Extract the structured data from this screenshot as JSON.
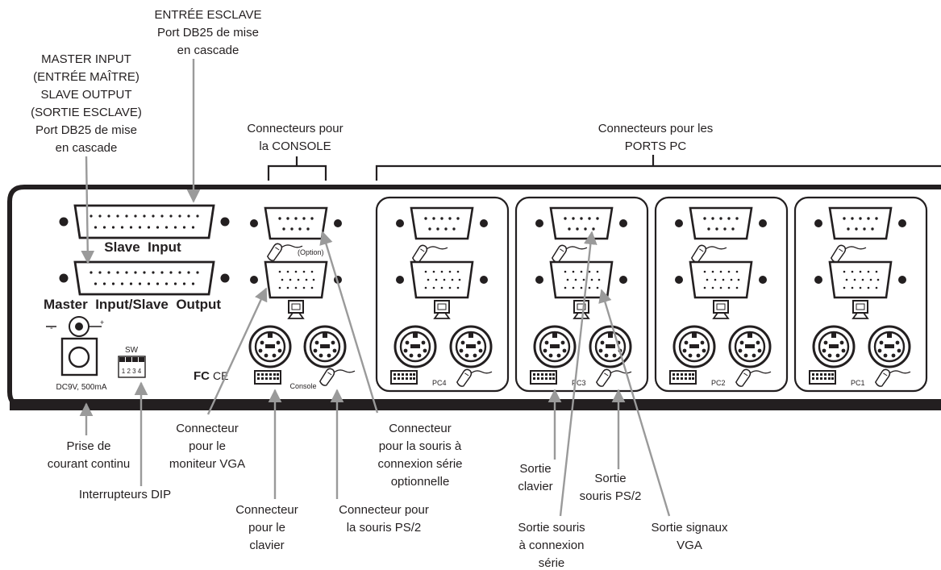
{
  "callouts": {
    "slave_input_fr": [
      "ENTRÉE ESCLAVE",
      "Port DB25 de mise",
      "en cascade"
    ],
    "master_slave_fr": [
      "MASTER INPUT",
      "(ENTRÉE MAÎTRE)",
      "SLAVE OUTPUT",
      "(SORTIE ESCLAVE)",
      "Port DB25 de mise",
      "en cascade"
    ],
    "console_group": [
      "Connecteurs pour",
      "la CONSOLE"
    ],
    "pc_ports_group": [
      "Connecteurs pour les",
      "PORTS PC"
    ],
    "vga_monitor": [
      "Connecteur",
      "pour le",
      "moniteur VGA"
    ],
    "serial_mouse_opt": [
      "Connecteur",
      "pour la souris à",
      "connexion série",
      "optionnelle"
    ],
    "dc_power": [
      "Prise de",
      "courant continu"
    ],
    "dip_switches": [
      "Interrupteurs DIP"
    ],
    "keyboard_conn": [
      "Connecteur",
      "pour le",
      "clavier"
    ],
    "ps2_mouse_conn": [
      "Connecteur pour",
      "la souris PS/2"
    ],
    "kbd_out": [
      "Sortie",
      "clavier"
    ],
    "ps2_out": [
      "Sortie",
      "souris PS/2"
    ],
    "serial_out": [
      "Sortie souris",
      "à connexion",
      "série"
    ],
    "vga_out": [
      "Sortie signaux",
      "VGA"
    ]
  },
  "panel": {
    "slave_input": "Slave  Input",
    "master_output": "Master  Input/Slave  Output",
    "option": "(Option)",
    "power": "DC9V, 500mA",
    "sw": "SW",
    "sw_numbers": "1 2 3 4",
    "fcc": "FC",
    "ce": "CE",
    "console": "Console",
    "pc4": "PC4",
    "pc3": "PC3",
    "pc2": "PC2",
    "pc1": "PC1"
  }
}
